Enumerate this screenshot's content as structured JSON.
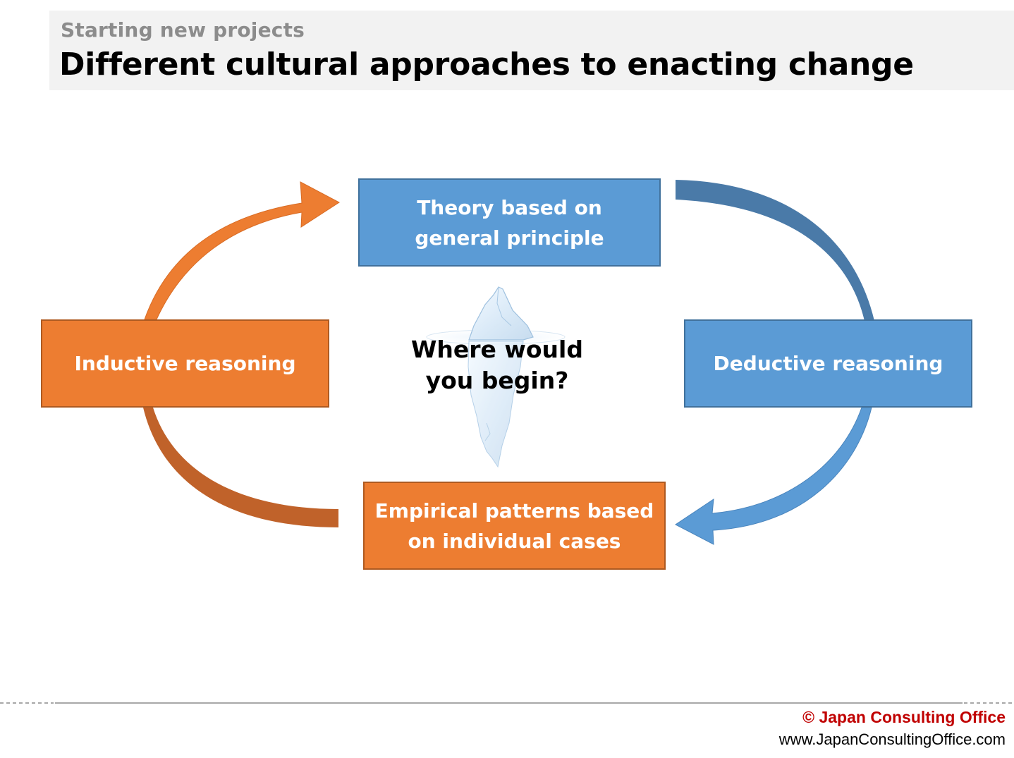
{
  "header": {
    "subtitle": "Starting new projects",
    "title": "Different cultural approaches to enacting change"
  },
  "diagram": {
    "boxes": {
      "theory": {
        "line1": "Theory based on",
        "line2": "general principle"
      },
      "deductive": {
        "label": "Deductive reasoning"
      },
      "empirical": {
        "line1": "Empirical patterns based",
        "line2": "on individual cases"
      },
      "inductive": {
        "label": "Inductive reasoning"
      }
    },
    "center_question": {
      "line1": "Where would",
      "line2": "you begin?"
    },
    "center_icon": "iceberg-icon"
  },
  "colors": {
    "blue": "#5b9bd5",
    "blue_dark": "#41719c",
    "orange": "#ed7d31",
    "orange_dark": "#ae5a21",
    "header_gray": "#8c8c8c",
    "copyright_red": "#c00000"
  },
  "footer": {
    "copyright": "© Japan Consulting Office",
    "website": "www.JapanConsultingOffice.com"
  }
}
